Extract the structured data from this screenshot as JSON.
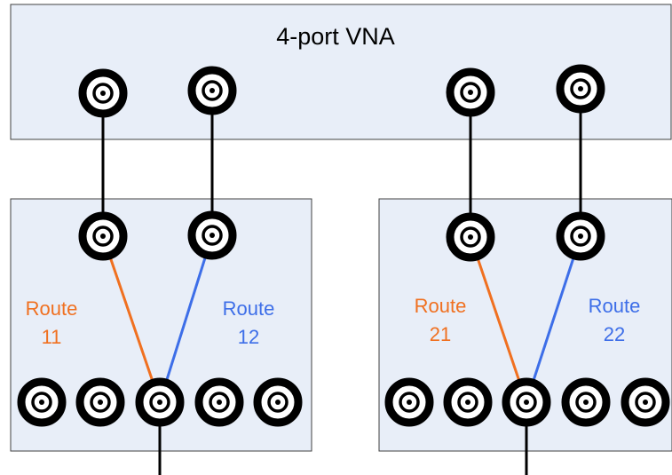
{
  "vna": {
    "title": "4-port VNA"
  },
  "switch_left": {
    "route_a": {
      "name": "Route",
      "number": "11",
      "color": "#f07020"
    },
    "route_b": {
      "name": "Route",
      "number": "12",
      "color": "#3d6ee8"
    }
  },
  "switch_right": {
    "route_a": {
      "name": "Route",
      "number": "21",
      "color": "#f07020"
    },
    "route_b": {
      "name": "Route",
      "number": "22",
      "color": "#3d6ee8"
    }
  },
  "colors": {
    "panel_fill": "#e8eef8",
    "panel_stroke": "#404040",
    "cable": "#000000"
  }
}
